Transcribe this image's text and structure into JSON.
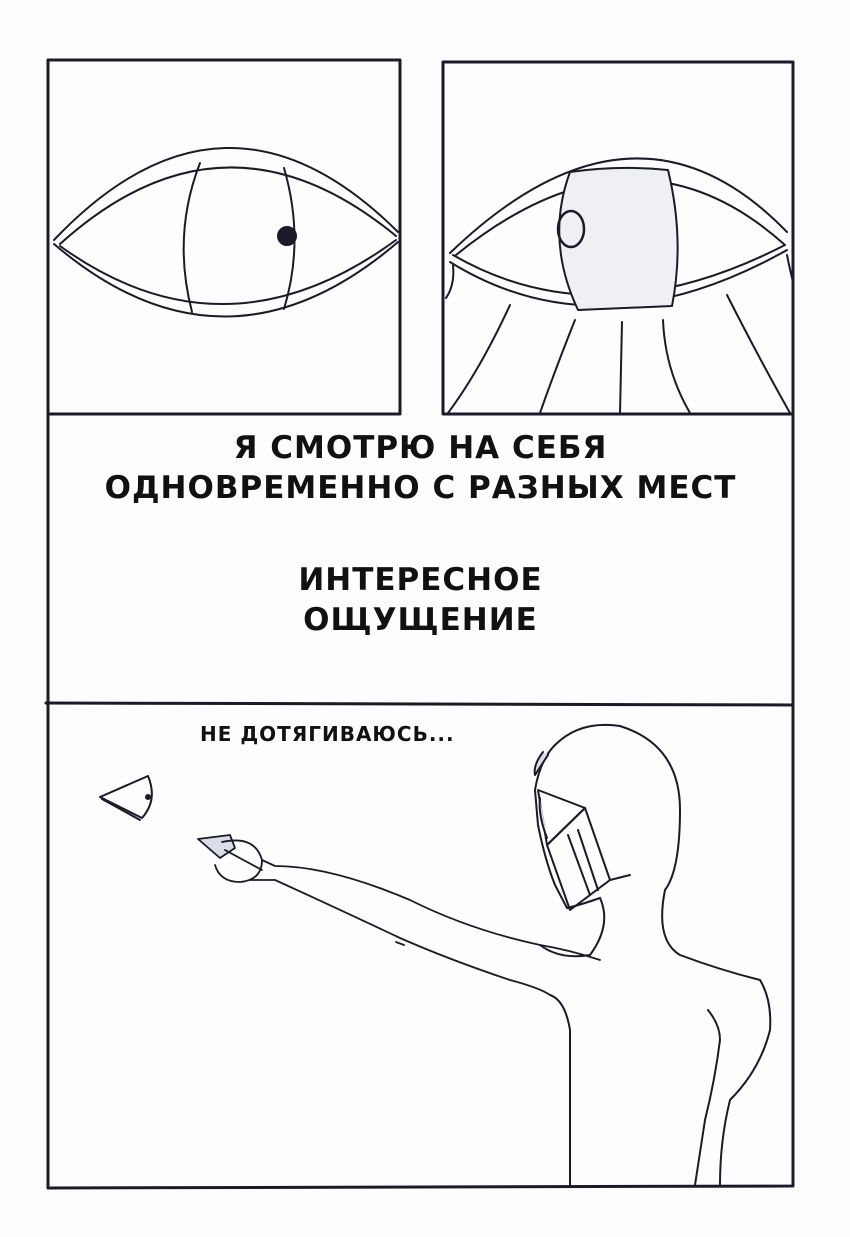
{
  "page": {
    "type": "comic-page",
    "colors": {
      "ink": "#1a1a2a",
      "paper": "#fdfdfd",
      "shade": "#d8dde6"
    }
  },
  "panels": [
    {
      "id": "panel-1",
      "description": "eye with pupil on right"
    },
    {
      "id": "panel-2",
      "description": "eye with shaded iris and rays below"
    },
    {
      "id": "panel-3",
      "caption_lines": [
        "Я СМОТРЮ НА СЕБЯ",
        "ОДНОВРЕМЕННО С РАЗНЫХ МЕСТ"
      ],
      "caption2_lines": [
        "ИНТЕРЕСНОЕ",
        "ОЩУЩЕНИЕ"
      ]
    },
    {
      "id": "panel-4",
      "caption": "НЕ ДОТЯГИВАЮСЬ...",
      "description": "figure in mask reaching toward a floating eye"
    }
  ]
}
